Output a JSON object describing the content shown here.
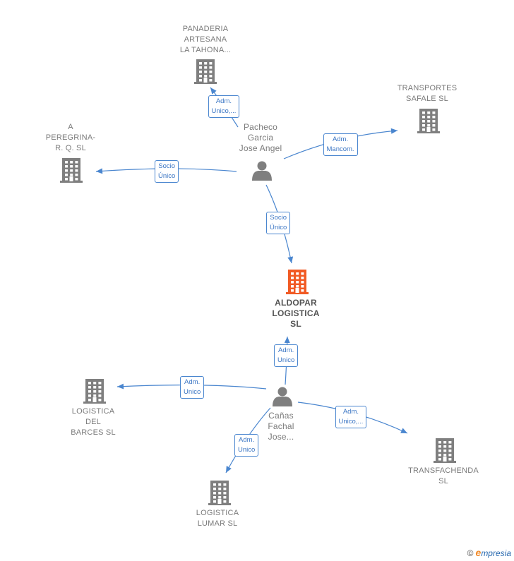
{
  "colors": {
    "edge": "#4a86cf",
    "company": "#7f7f7f",
    "company_highlight": "#f15a24",
    "person": "#7f7f7f"
  },
  "nodes": [
    {
      "id": "panaderia",
      "type": "company",
      "label": "PANADERIA\nARTESANA\nLA TAHONA..."
    },
    {
      "id": "transportes",
      "type": "company",
      "label": "TRANSPORTES\nSAFALE  SL"
    },
    {
      "id": "peregrina",
      "type": "company",
      "label": "A\nPEREGRINA-\nR. Q.  SL"
    },
    {
      "id": "pacheco",
      "type": "person",
      "label": "Pacheco\nGarcia\nJose Angel"
    },
    {
      "id": "aldopar",
      "type": "company-highlight",
      "label": "ALDOPAR\nLOGISTICA\nSL"
    },
    {
      "id": "canas",
      "type": "person",
      "label": "Cañas\nFachal\nJose..."
    },
    {
      "id": "barces",
      "type": "company",
      "label": "LOGISTICA\nDEL\nBARCES  SL"
    },
    {
      "id": "transfachenda",
      "type": "company",
      "label": "TRANSFACHENDA\nSL"
    },
    {
      "id": "lumar",
      "type": "company",
      "label": "LOGISTICA\nLUMAR  SL"
    }
  ],
  "edges": [
    {
      "from": "pacheco",
      "to": "panaderia",
      "label": "Adm.\nUnico,..."
    },
    {
      "from": "pacheco",
      "to": "transportes",
      "label": "Adm.\nMancom."
    },
    {
      "from": "pacheco",
      "to": "peregrina",
      "label": "Socio\nÚnico"
    },
    {
      "from": "pacheco",
      "to": "aldopar",
      "label": "Socio\nÚnico"
    },
    {
      "from": "canas",
      "to": "aldopar",
      "label": "Adm.\nUnico"
    },
    {
      "from": "canas",
      "to": "barces",
      "label": "Adm.\nUnico"
    },
    {
      "from": "canas",
      "to": "transfachenda",
      "label": "Adm.\nUnico,..."
    },
    {
      "from": "canas",
      "to": "lumar",
      "label": "Adm.\nUnico"
    }
  ],
  "footer": {
    "copyright": "©",
    "brand_initial": "e",
    "brand_rest": "mpresia"
  }
}
